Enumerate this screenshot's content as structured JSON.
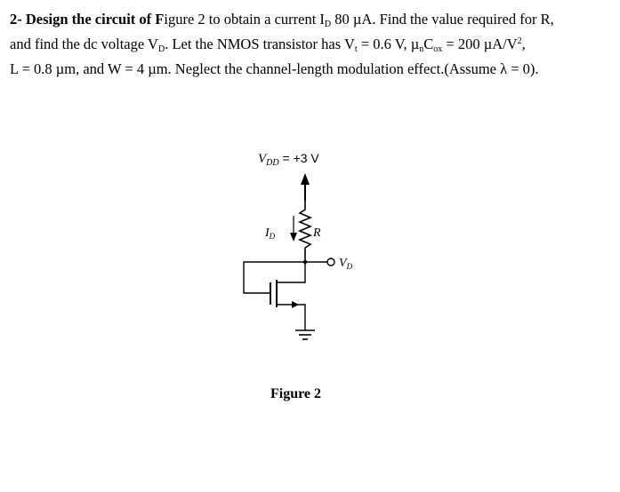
{
  "problem": {
    "number": "2-",
    "lead": " Design the circuit of F",
    "line1_a": "igure 2 to obtain a current I",
    "sub_D1": "D",
    "line1_b": " 80 µA. Find the value required for R,",
    "line2_a": "and find the dc voltage V",
    "sub_D2": "D",
    "line2_b": ". Let the NMOS transistor has V",
    "sub_t": "t",
    "line2_c": " = 0.6 V, µ",
    "sub_n": "n",
    "line2_d": "C",
    "sub_ox": "ox",
    "line2_e": " = 200 µA/V",
    "sup_2": "2",
    "line2_f": ",",
    "line3": "L = 0.8 µm, and W = 4 µm. Neglect the channel-length modulation effect.(Assume λ = 0)."
  },
  "figure": {
    "vdd_label": "V",
    "vdd_sub": "DD",
    "vdd_value": " = +3 V",
    "id_label": "I",
    "id_sub": "D",
    "r_label": "R",
    "vd_label": "V",
    "vd_sub": "D",
    "caption": "Figure 2"
  }
}
